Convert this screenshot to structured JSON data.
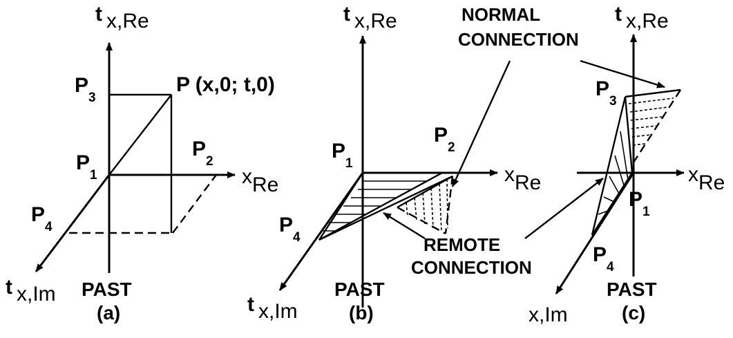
{
  "panel_a": {
    "axis_t_re": {
      "t": "t",
      "sub": "x,Re"
    },
    "axis_x_re": {
      "x": "x",
      "sub": "Re"
    },
    "axis_t_im": {
      "t": "t",
      "sub": "x,Im"
    },
    "p1": {
      "p": "P",
      "sub": "1"
    },
    "p2": {
      "p": "P",
      "sub": "2"
    },
    "p3": {
      "p": "P",
      "sub": "3"
    },
    "p4": {
      "p": "P",
      "sub": "4"
    },
    "point_label": "P (x,0; t,0)",
    "past": "PAST",
    "caption": "(a)"
  },
  "panel_b": {
    "axis_t_re": {
      "t": "t",
      "sub": "x,Re"
    },
    "axis_x_re": {
      "x": "x",
      "sub": "Re"
    },
    "axis_t_im": {
      "t": "t",
      "sub": "x,Im"
    },
    "p1": {
      "p": "P",
      "sub": "1"
    },
    "p2": {
      "p": "P",
      "sub": "2"
    },
    "p4": {
      "p": "P",
      "sub": "4"
    },
    "past": "PAST",
    "caption": "(b)"
  },
  "panel_c": {
    "axis_t_re": {
      "t": "t",
      "sub": "x,Re"
    },
    "axis_x_re": {
      "x": "x",
      "sub": "Re"
    },
    "axis_x_im": "x,Im",
    "p1": {
      "p": "P",
      "sub": "1"
    },
    "p3": {
      "p": "P",
      "sub": "3"
    },
    "p4": {
      "p": "P",
      "sub": "4"
    },
    "past": "PAST",
    "caption": "(c)"
  },
  "annotations": {
    "normal_line1": "NORMAL",
    "normal_line2": "CONNECTION",
    "remote_line1": "REMOTE",
    "remote_line2": "CONNECTION"
  }
}
